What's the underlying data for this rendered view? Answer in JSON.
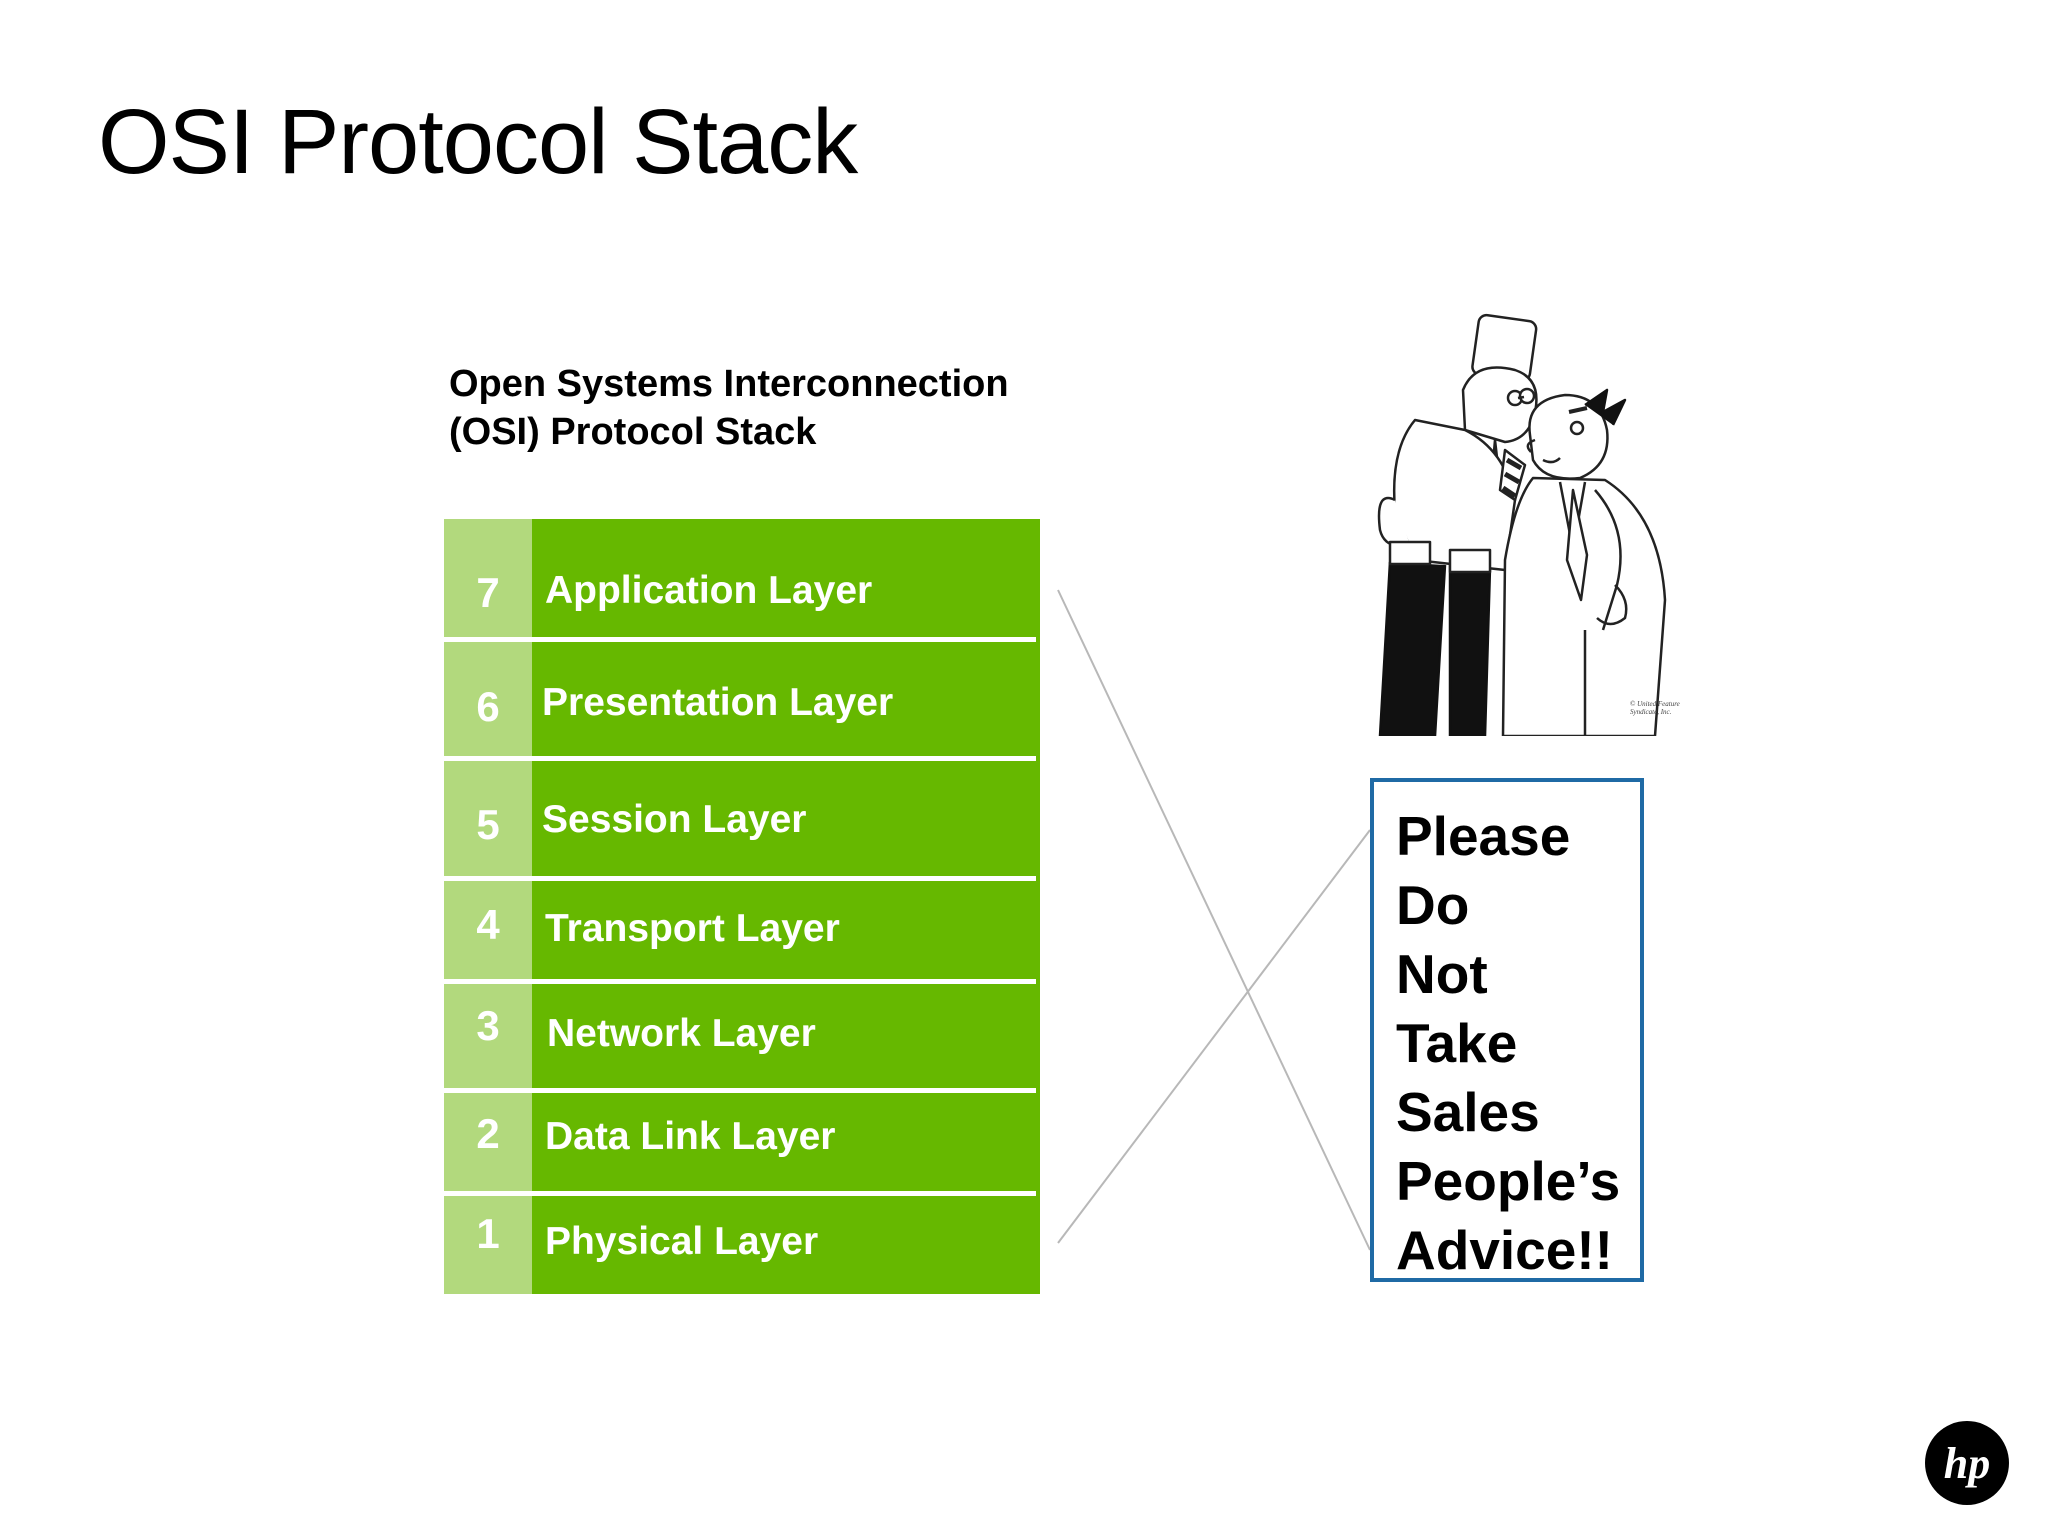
{
  "slide": {
    "title": "OSI Protocol Stack"
  },
  "stack": {
    "caption_line1": "Open Systems Interconnection",
    "caption_line2": "(OSI) Protocol Stack",
    "layers": [
      {
        "number": "7",
        "name": "Application Layer"
      },
      {
        "number": "6",
        "name": "Presentation Layer"
      },
      {
        "number": "5",
        "name": "Session Layer"
      },
      {
        "number": "4",
        "name": "Transport Layer"
      },
      {
        "number": "3",
        "name": "Network Layer"
      },
      {
        "number": "2",
        "name": "Data Link Layer"
      },
      {
        "number": "1",
        "name": "Physical Layer"
      }
    ]
  },
  "callout": {
    "lines": [
      "Please",
      "Do",
      "Not",
      "Take",
      "Sales",
      "People’s",
      "Advice!!"
    ]
  },
  "cartoon": {
    "credit_line1": "© United Feature",
    "credit_line2": "Syndicate, Inc."
  },
  "logo": {
    "text": "hp"
  },
  "colors": {
    "layer_name_bg": "#66b800",
    "layer_number_bg": "#b2d97d",
    "callout_border": "#1f6aa5",
    "connector_line": "#b8b8b8"
  }
}
